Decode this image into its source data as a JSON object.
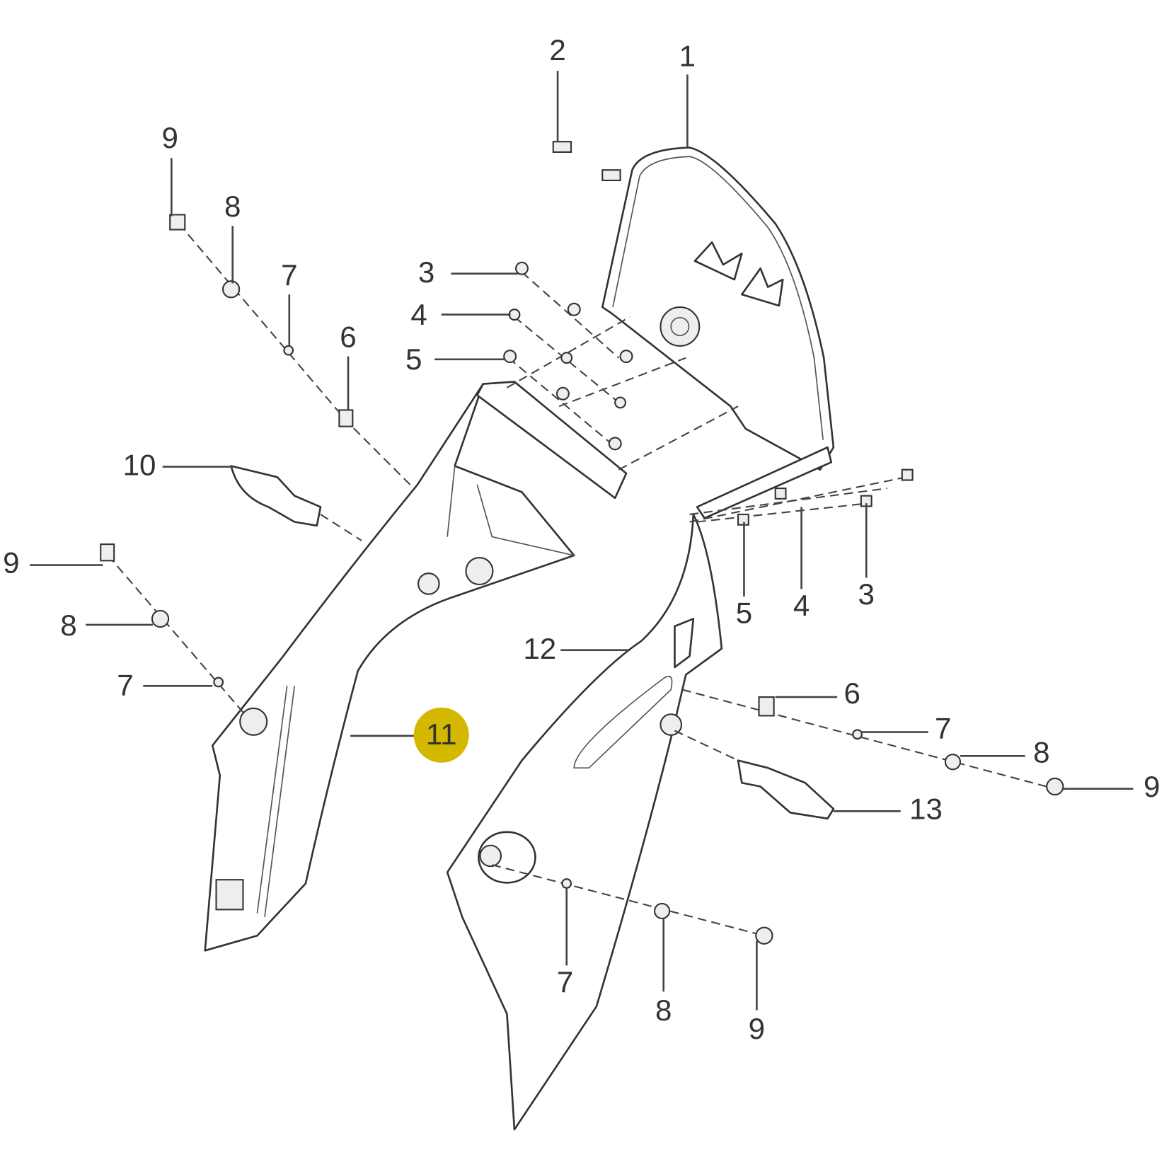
{
  "highlight_color": "#d4b800",
  "callouts": {
    "top_2": "2",
    "top_1": "1",
    "ul_9": "9",
    "ul_8": "8",
    "ul_7": "7",
    "ul_6": "6",
    "c_3": "3",
    "c_4": "4",
    "c_5": "5",
    "l_10": "10",
    "l_9": "9",
    "l_8": "8",
    "l_7": "7",
    "l_11": "11",
    "r_12": "12",
    "r_5": "5",
    "r_4": "4",
    "r_3": "3",
    "r_6": "6",
    "r_7": "7",
    "r_8": "8",
    "r_9": "9",
    "r_13": "13",
    "b_7": "7",
    "b_8": "8",
    "b_9": "9"
  }
}
